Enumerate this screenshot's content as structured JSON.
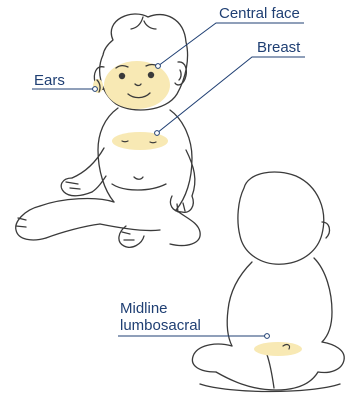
{
  "colors": {
    "highlight": "#f8e9b4",
    "outline": "#3a3a3a",
    "leader": "#1f3f73",
    "text": "#1f3f73"
  },
  "labels": {
    "central_face": "Central face",
    "breast": "Breast",
    "ears": "Ears",
    "midline_line1": "Midline",
    "midline_line2": "lumbosacral"
  },
  "figures": {
    "front": "seated-baby-front-view",
    "back": "seated-baby-back-view"
  }
}
